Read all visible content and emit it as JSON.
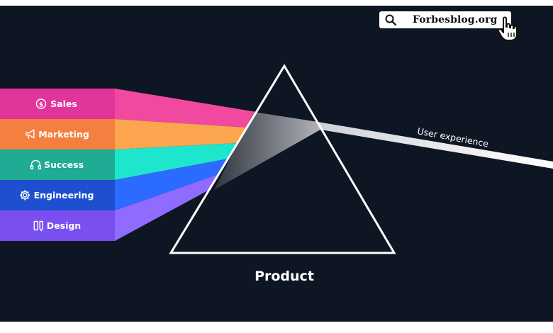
{
  "diagram": {
    "bands": [
      {
        "label": "Sales",
        "icon": "dollar-circle-icon",
        "color": "#e0359a",
        "beam": "#f0499f"
      },
      {
        "label": "Marketing",
        "icon": "megaphone-icon",
        "color": "#f47f3f",
        "beam": "#fba64f"
      },
      {
        "label": "Success",
        "icon": "headset-icon",
        "color": "#1fab94",
        "beam": "#1ee6cd"
      },
      {
        "label": "Engineering",
        "icon": "gear-icon",
        "color": "#1f4fd1",
        "beam": "#2b6bff"
      },
      {
        "label": "Design",
        "icon": "ruler-pencil-icon",
        "color": "#7a4ff0",
        "beam": "#8f6cff"
      }
    ],
    "prism_label": "Product",
    "output_label": "User experience"
  },
  "search_badge": {
    "text": "Forbesblog.org",
    "icon": "search-icon",
    "cursor_icon": "hand-pointer-icon"
  },
  "colors": {
    "background": "#0e1523",
    "prism_stroke": "#ffffff"
  }
}
